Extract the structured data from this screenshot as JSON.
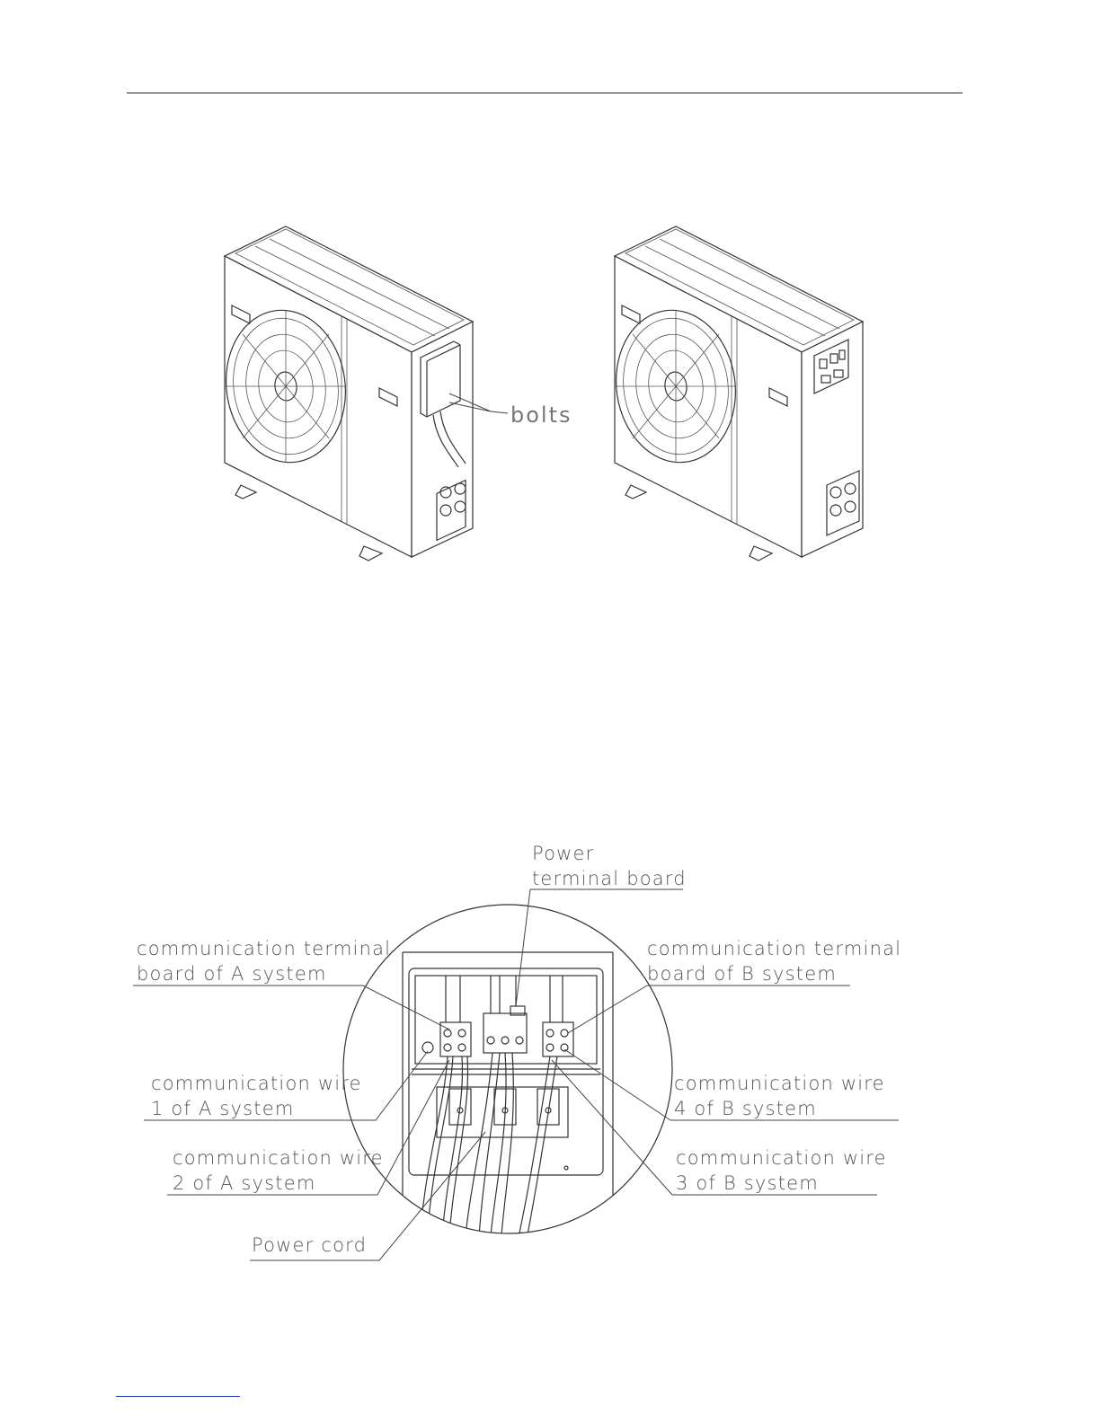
{
  "figure_top": {
    "callout": "bolts"
  },
  "figure_bottom": {
    "labels": {
      "power_terminal_line1": "Power",
      "power_terminal_line2": "terminal board",
      "comm_terminal_a_line1": "communication terminal",
      "comm_terminal_a_line2": "board of A system",
      "comm_terminal_b_line1": "communication terminal",
      "comm_terminal_b_line2": "board of B system",
      "wire1_a_line1": "communication wire",
      "wire1_a_line2": "1 of A system",
      "wire2_a_line1": "communication wire",
      "wire2_a_line2": "2 of A system",
      "wire4_b_line1": "communication wire",
      "wire4_b_line2": "4 of B system",
      "wire3_b_line1": "communication wire",
      "wire3_b_line2": "3 of B system",
      "power_cord": "Power cord"
    }
  }
}
